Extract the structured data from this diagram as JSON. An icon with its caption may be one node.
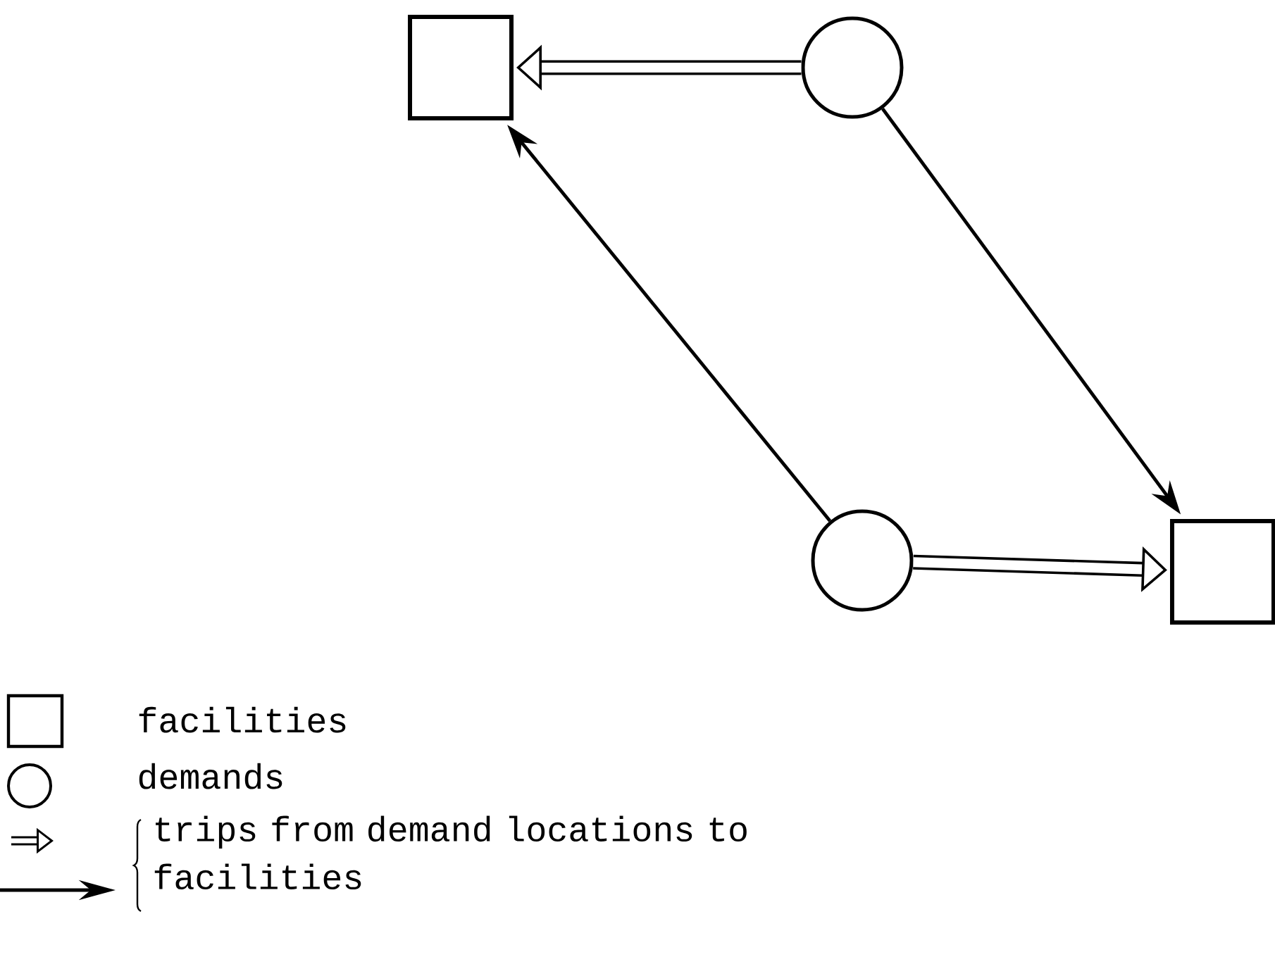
{
  "diagram": {
    "nodes": [
      {
        "text": [],
        "shape": "box"
      },
      {
        "text": [],
        "shape": "circle"
      },
      {
        "text": [],
        "shape": "circle"
      },
      {
        "text": [],
        "shape": "box"
      }
    ],
    "edges": [
      {
        "from": 1,
        "to": 0,
        "arrow": "to",
        "style": "thick"
      },
      {
        "from": 2,
        "to": 0,
        "arrow": "to"
      },
      {
        "from": 1,
        "to": 3,
        "arrow": "to"
      },
      {
        "from": 2,
        "to": 3,
        "arrow": "to",
        "style": "thick"
      }
    ],
    "legend": [
      {
        "text": "facilities"
      },
      {
        "text": "demands"
      },
      {
        "text": "trips from demand locations to facilities"
      }
    ]
  }
}
